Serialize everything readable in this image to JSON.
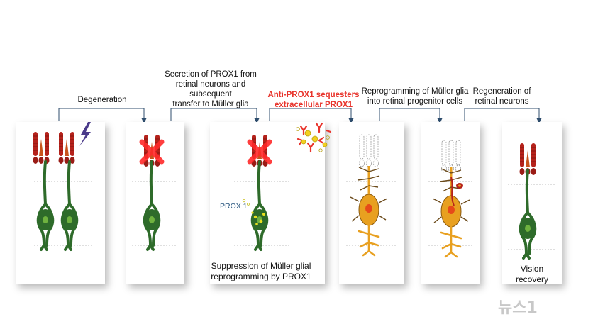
{
  "labels": {
    "degeneration": "Degeneration",
    "secretion_1": "Secretion of PROX1 from",
    "secretion_2": "retinal neurons and",
    "secretion_3": "subsequent",
    "secretion_4": "transfer to Müller glia",
    "anti_1": "Anti-PROX1 sequesters",
    "anti_2": "extracellular PROX1",
    "reprog_1": "Reprogramming of Müller glia",
    "reprog_2": "into retinal progenitor cells",
    "regen_1": "Regeneration of",
    "regen_2": "retinal neurons",
    "suppression_1": "Suppression of Müller glial",
    "suppression_2": "reprogramming by PROX1",
    "prox1": "PROX 1",
    "vision_1": "Vision",
    "vision_2": "recovery"
  },
  "watermark": "뉴스1",
  "colors": {
    "photoreceptor": "#b5221b",
    "photoreceptor_dark": "#7a1410",
    "glia": "#2e6b2a",
    "glia_nucleus": "#6fb23f",
    "progenitor": "#e8a020",
    "progenitor_nucleus": "#e64a19",
    "cross": "#ff2a2a",
    "arrow": "#2f4e6e",
    "red_text": "#e8342c"
  },
  "icons": [
    "lightning-icon",
    "cross-icon",
    "antibody-icon"
  ]
}
